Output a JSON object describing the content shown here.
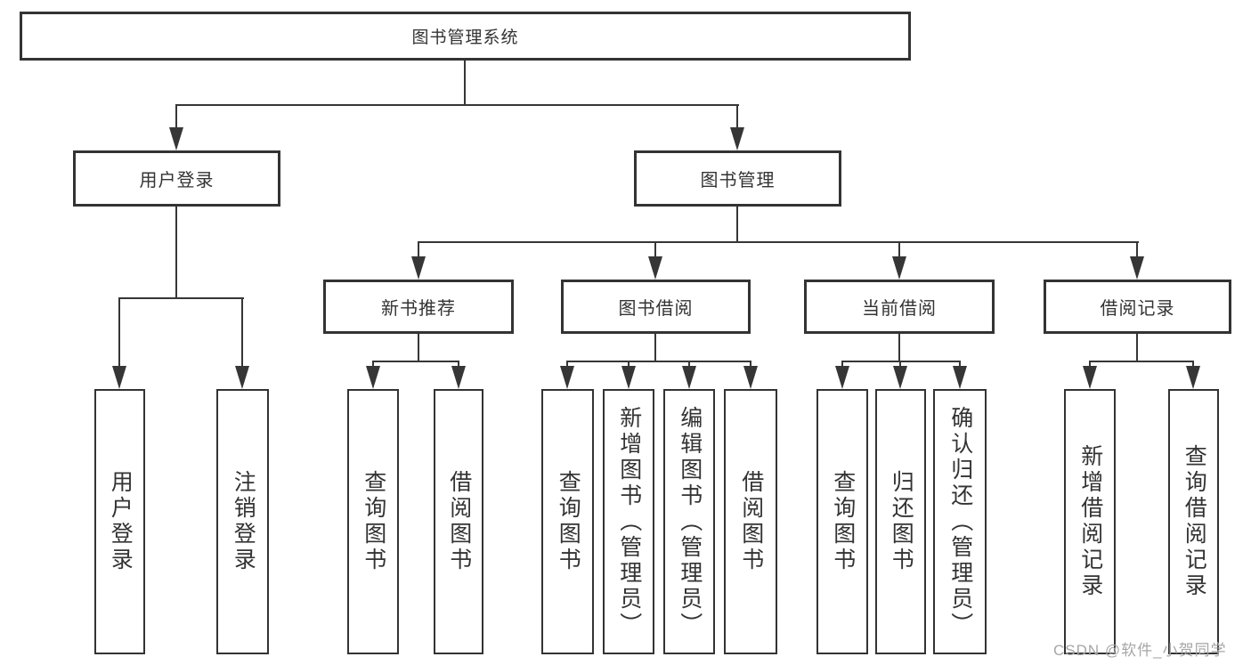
{
  "diagram": {
    "root": {
      "label": "图书管理系统"
    },
    "level2": {
      "user_login": {
        "label": "用户登录"
      },
      "book_mgmt": {
        "label": "图书管理"
      }
    },
    "level3": {
      "new_book": {
        "label": "新书推荐"
      },
      "borrow": {
        "label": "图书借阅"
      },
      "current": {
        "label": "当前借阅"
      },
      "record": {
        "label": "借阅记录"
      }
    },
    "leaves": {
      "user_login": {
        "label": "用户登录"
      },
      "logout": {
        "label": "注销登录"
      },
      "nb_query": {
        "label": "查询图书"
      },
      "nb_borrow": {
        "label": "借阅图书"
      },
      "bb_query": {
        "label": "查询图书"
      },
      "bb_add": {
        "label": "新增图书（管理员）"
      },
      "bb_edit": {
        "label": "编辑图书（管理员）"
      },
      "bb_borrow": {
        "label": "借阅图书"
      },
      "cb_query": {
        "label": "查询图书"
      },
      "cb_return": {
        "label": "归还图书"
      },
      "cb_confirm": {
        "label": "确认归还（管理员）"
      },
      "br_add": {
        "label": "新增借阅记录"
      },
      "br_query": {
        "label": "查询借阅记录"
      }
    },
    "watermark": "CSDN @软件_小贺同学",
    "colors": {
      "line": "#363636",
      "border": "#333333",
      "text": "#333333",
      "watermark": "#a6a6a6",
      "background": "#ffffff"
    }
  }
}
